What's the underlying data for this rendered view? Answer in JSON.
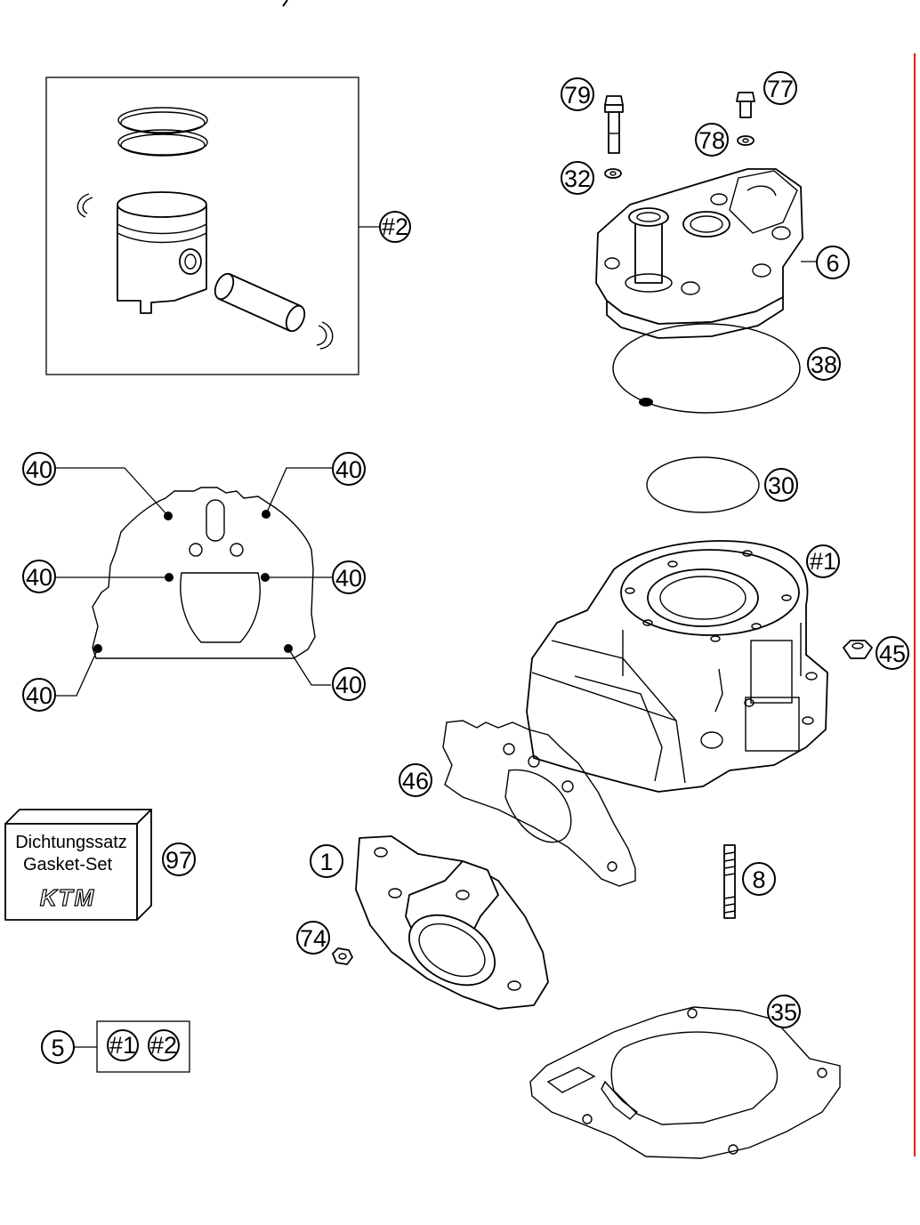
{
  "callouts": {
    "piston_kit": "#2",
    "cylinder": "#1",
    "c79": "79",
    "c77": "77",
    "c78": "78",
    "c32": "32",
    "c6": "6",
    "c38": "38",
    "c30": "30",
    "c45": "45",
    "c46": "46",
    "c1": "1",
    "c8": "8",
    "c74": "74",
    "c35": "35",
    "c97": "97",
    "c5": "5",
    "c40": "40"
  },
  "gasket_box": {
    "line1": "Dichtungssatz",
    "line2": "Gasket-Set",
    "brand": "KTM"
  },
  "set_box": {
    "item1": "#1",
    "item2": "#2"
  },
  "colors": {
    "ink": "#000000",
    "paper": "#ffffff",
    "edge": "#c62828"
  }
}
